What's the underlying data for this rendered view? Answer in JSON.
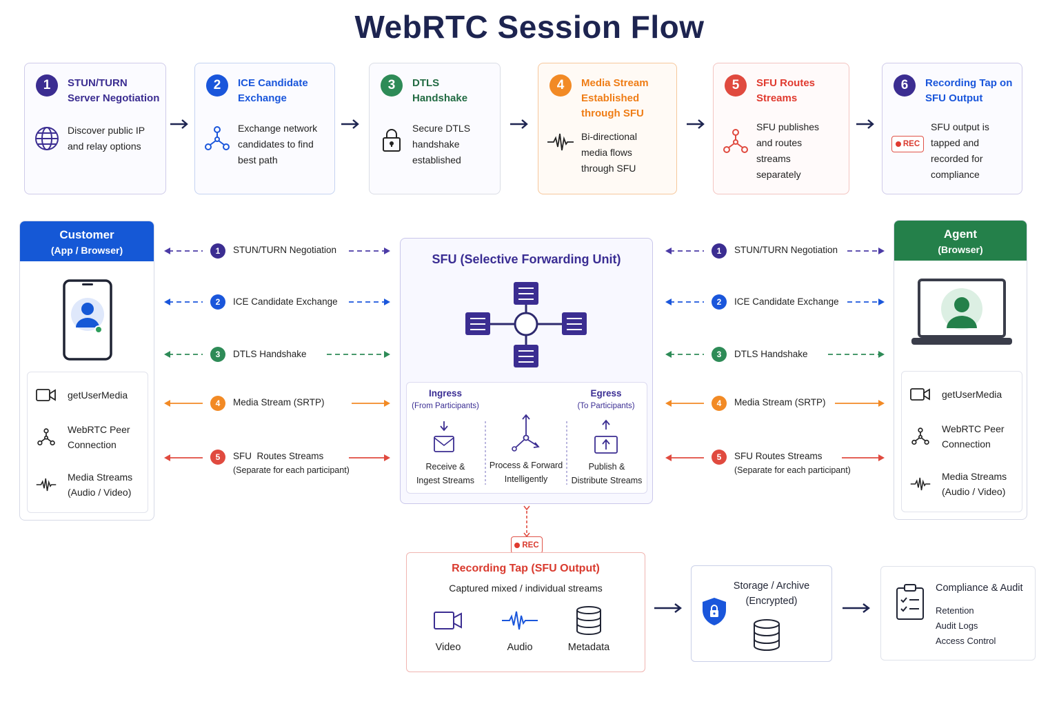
{
  "title": "WebRTC Session Flow",
  "colors": {
    "purple": "#3b2d91",
    "blue": "#1a56db",
    "green": "#2e8b57",
    "orange": "#f28a25",
    "red": "#e04a3f",
    "navy": "#1d2450"
  },
  "steps": [
    {
      "num": "1",
      "title": [
        "STUN/TURN",
        "Server Negotiation"
      ],
      "desc": [
        "Discover public IP",
        "and relay options"
      ],
      "icon": "globe-icon"
    },
    {
      "num": "2",
      "title": [
        "ICE Candidate",
        "Exchange"
      ],
      "desc": [
        "Exchange network",
        "candidates to find",
        "best path"
      ],
      "icon": "network-icon"
    },
    {
      "num": "3",
      "title": [
        "DTLS",
        "Handshake"
      ],
      "desc": [
        "Secure DTLS",
        "handshake",
        "established"
      ],
      "icon": "lock-icon"
    },
    {
      "num": "4",
      "title": [
        "Media Stream",
        "Established",
        "through SFU"
      ],
      "desc": [
        "Bi-directional",
        "media flows",
        "through SFU"
      ],
      "icon": "waveform-icon"
    },
    {
      "num": "5",
      "title": [
        "SFU Routes",
        "Streams"
      ],
      "desc": [
        "SFU publishes",
        "and routes",
        "streams",
        "separately"
      ],
      "icon": "network-icon"
    },
    {
      "num": "6",
      "title": [
        "Recording Tap on",
        "SFU Output"
      ],
      "desc": [
        "SFU output is",
        "tapped and",
        "recorded for",
        "compliance"
      ],
      "icon": "rec-icon"
    }
  ],
  "rec_badge": "REC",
  "customer": {
    "title": "Customer",
    "subtitle": "(App / Browser)",
    "features": [
      {
        "label": [
          "getUserMedia"
        ],
        "icon": "camera-icon"
      },
      {
        "label": [
          "WebRTC Peer",
          "Connection"
        ],
        "icon": "network-icon"
      },
      {
        "label": [
          "Media Streams",
          "(Audio / Video)"
        ],
        "icon": "waveform-icon"
      }
    ]
  },
  "agent": {
    "title": "Agent",
    "subtitle": "(Browser)",
    "features": [
      {
        "label": [
          "getUserMedia"
        ],
        "icon": "camera-icon"
      },
      {
        "label": [
          "WebRTC Peer",
          "Connection"
        ],
        "icon": "network-icon"
      },
      {
        "label": [
          "Media Streams",
          "(Audio / Video)"
        ],
        "icon": "waveform-icon"
      }
    ]
  },
  "flows": [
    {
      "num": "1",
      "label": "STUN/TURN Negotiation",
      "sub": ""
    },
    {
      "num": "2",
      "label": "ICE Candidate Exchange",
      "sub": ""
    },
    {
      "num": "3",
      "label": "DTLS Handshake",
      "sub": ""
    },
    {
      "num": "4",
      "label": "Media Stream (SRTP)",
      "sub": ""
    },
    {
      "num": "5",
      "label": "SFU  Routes Streams",
      "sub": "(Separate for each participant)"
    }
  ],
  "flows_right_5": "SFU Routes Streams",
  "sfu": {
    "title": "SFU (Selective Forwarding Unit)",
    "ingress": "Ingress",
    "ingress_sub": "(From Participants)",
    "egress": "Egress",
    "egress_sub": "(To Participants)",
    "receive": [
      "Receive &",
      "Ingest Streams"
    ],
    "process": [
      "Process & Forward",
      "Intelligently"
    ],
    "publish": [
      "Publish &",
      "Distribute Streams"
    ]
  },
  "recording": {
    "title": "Recording Tap (SFU Output)",
    "subtitle": "Captured mixed / individual streams",
    "items": [
      "Video",
      "Audio",
      "Metadata"
    ]
  },
  "storage": {
    "title": "Storage / Archive",
    "subtitle": "(Encrypted)"
  },
  "compliance": {
    "title": "Compliance & Audit",
    "items": [
      "Retention",
      "Audit Logs",
      "Access Control"
    ]
  }
}
